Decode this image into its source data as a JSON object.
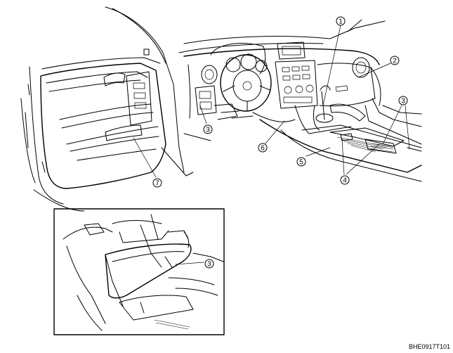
{
  "callouts": [
    {
      "id": "c1",
      "label": "1"
    },
    {
      "id": "c2",
      "label": "2"
    },
    {
      "id": "c3a",
      "label": "3"
    },
    {
      "id": "c3b",
      "label": "3"
    },
    {
      "id": "c3c",
      "label": "3"
    },
    {
      "id": "c4",
      "label": "4"
    },
    {
      "id": "c5",
      "label": "5"
    },
    {
      "id": "c6",
      "label": "6"
    },
    {
      "id": "c7",
      "label": "7"
    }
  ],
  "figure_code": "BHE0917T101"
}
